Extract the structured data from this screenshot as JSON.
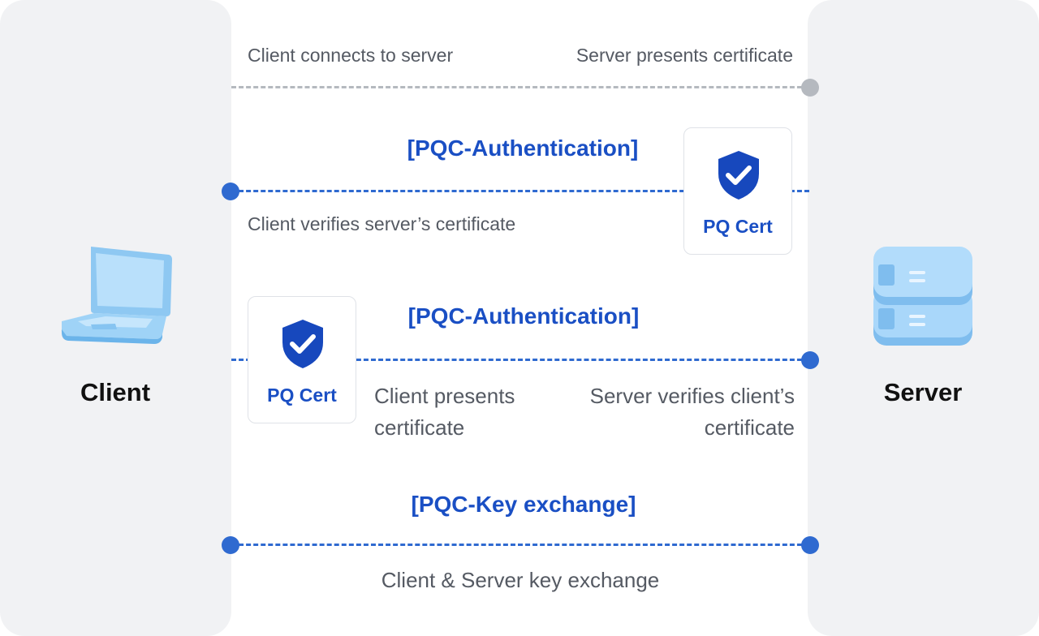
{
  "client": {
    "label": "Client",
    "icon": "laptop-icon"
  },
  "server": {
    "label": "Server",
    "icon": "server-icon"
  },
  "steps": {
    "connect": {
      "left_text": "Client connects to server",
      "right_text": "Server presents certificate"
    },
    "server_auth": {
      "heading": "[PQC-Authentication]",
      "text": "Client verifies server’s certificate",
      "cert_label": "PQ Cert"
    },
    "client_auth": {
      "heading": "[PQC-Authentication]",
      "left_text": "Client presents certificate",
      "right_text": "Server verifies client’s certificate",
      "cert_label": "PQ Cert"
    },
    "key_exchange": {
      "heading": "[PQC-Key exchange]",
      "text": "Client & Server key exchange"
    }
  },
  "colors": {
    "accent": "#1a4fc4",
    "line_blue": "#2f6ad0",
    "line_gray": "#b5b9bf",
    "panel": "#f1f2f4"
  }
}
